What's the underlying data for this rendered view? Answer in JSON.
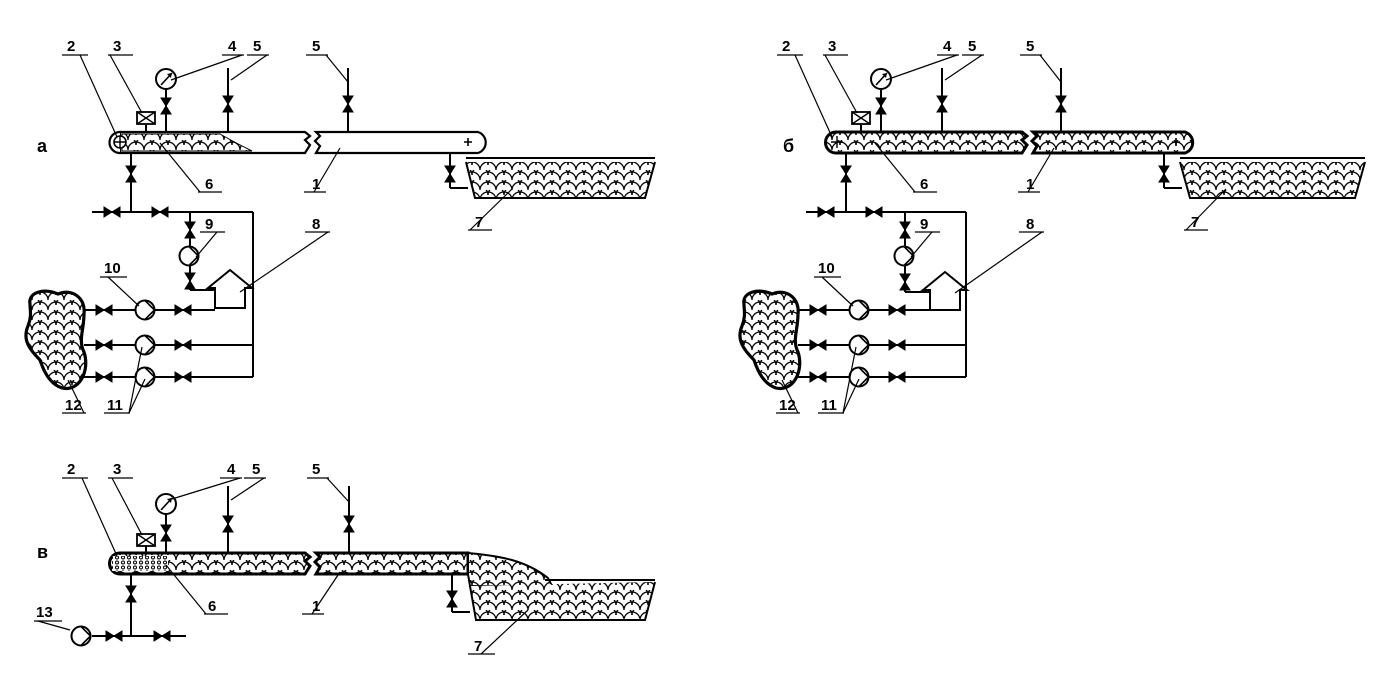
{
  "panels": [
    {
      "id": "a",
      "letter": "а",
      "labels": {
        "n1": "1",
        "n2": "2",
        "n3": "3",
        "n4": "4",
        "n5a": "5",
        "n5b": "5",
        "n6": "6",
        "n7": "7",
        "n8": "8",
        "n9": "9",
        "n10": "10",
        "n11": "11",
        "n12": "12"
      }
    },
    {
      "id": "b",
      "letter": "б",
      "labels": {
        "n1": "1",
        "n2": "2",
        "n3": "3",
        "n4": "4",
        "n5a": "5",
        "n5b": "5",
        "n6": "6",
        "n7": "7",
        "n8": "8",
        "n9": "9",
        "n10": "10",
        "n11": "11",
        "n12": "12"
      }
    },
    {
      "id": "v",
      "letter": "в",
      "labels": {
        "n1": "1",
        "n2": "2",
        "n3": "3",
        "n4": "4",
        "n5a": "5",
        "n5b": "5",
        "n6": "6",
        "n7": "7",
        "n13": "13"
      }
    }
  ]
}
